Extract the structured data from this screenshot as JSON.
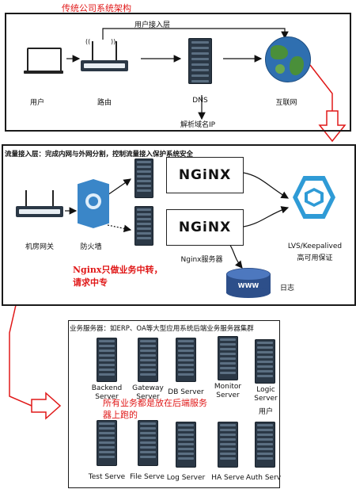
{
  "top_section": {
    "title": "传统公司系统架构",
    "user_access_label": "用户接入层",
    "user_label": "用户",
    "router_label": "路由",
    "dns_label": "DNS",
    "dns_resolve_label": "解析域名IP",
    "internet_label": "互联网"
  },
  "middle_section": {
    "title": "流量接入层：完成内网与外网分割，控制流量接入保护系统安全",
    "gateway_label": "机房网关",
    "firewall_label": "防火墙",
    "nginx_logo": "NGiNX",
    "nginx_server_label": "Nginx服务器",
    "lvs_label_line1": "LVS/Keepalived",
    "lvs_label_line2": "高可用保证",
    "www_label": "WWW",
    "log_label": "日志",
    "nginx_note_line1": "Nginx只做业务中转，",
    "nginx_note_line2": "请求中专"
  },
  "bottom_section": {
    "title": "业务服务器：如ERP、OA等大型应用系统后端业务服务器集群",
    "servers_row1": [
      {
        "line1": "Backend",
        "line2": "Server"
      },
      {
        "line1": "Gateway",
        "line2": "Server"
      },
      {
        "line1": "DB Server",
        "line2": ""
      },
      {
        "line1": "Monitor",
        "line2": "Server"
      },
      {
        "line1": "Logic",
        "line2": "Server"
      }
    ],
    "logic_extra": "用户",
    "servers_row2": [
      "Test Serve",
      "File Serve",
      "Log Server",
      "HA Serve",
      "Auth Serv"
    ],
    "note_line1": "所有业务都是放在后端服务",
    "note_line2": "器上跑的"
  },
  "colors": {
    "accent_red": "#e01818",
    "server_dark": "#2b3846",
    "globe_blue": "#2f6fb0",
    "globe_green": "#4a8f3a",
    "lvs_blue": "#2f9bd6"
  }
}
